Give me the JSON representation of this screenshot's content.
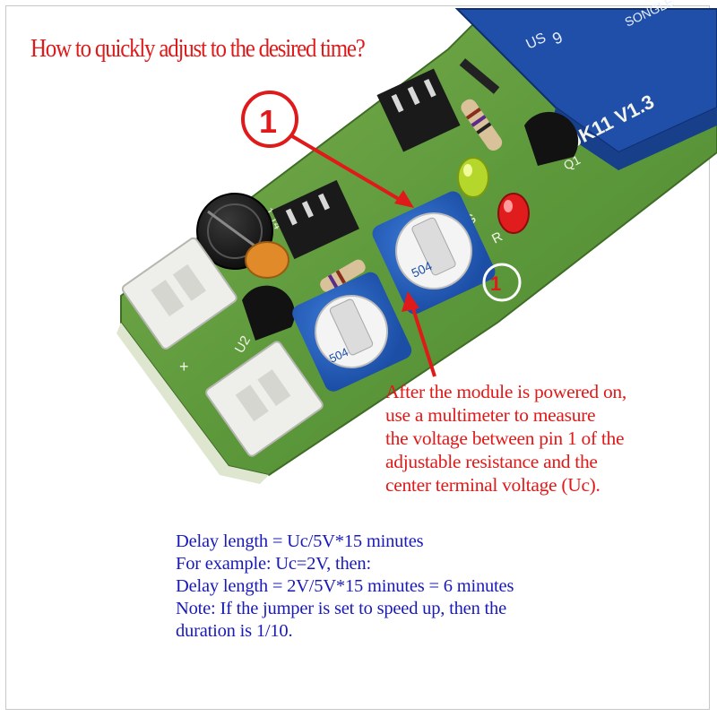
{
  "title": "How to quickly adjust to the desired time?",
  "step_badge": "1",
  "callout": {
    "lines": [
      "After the module is powered on,",
      "use a multimeter to measure",
      "the voltage between pin 1 of the",
      "adjustable resistance and the",
      "center terminal voltage (Uc)."
    ]
  },
  "formula": {
    "lines": [
      "Delay length = Uc/5V*15 minutes",
      "For example: Uc=2V, then:",
      "Delay length = 2V/5V*15 minutes = 6 minutes",
      "Note: If the jumper is set to speed up, then the",
      "duration is 1/10."
    ]
  },
  "board_labels": {
    "version": "JK11 V1.3",
    "q1": "Q1",
    "u2": "U2",
    "g": "G",
    "r": "R",
    "pin1": "1",
    "trimmer_code": "504",
    "jumper": "1.14",
    "plus": "+",
    "minus": "-"
  },
  "colors": {
    "title_red": "#e01a1a",
    "formula_blue": "#1a1ab8",
    "pcb_green": "#5e9a3c",
    "relay_blue": "#1f4fa8"
  }
}
